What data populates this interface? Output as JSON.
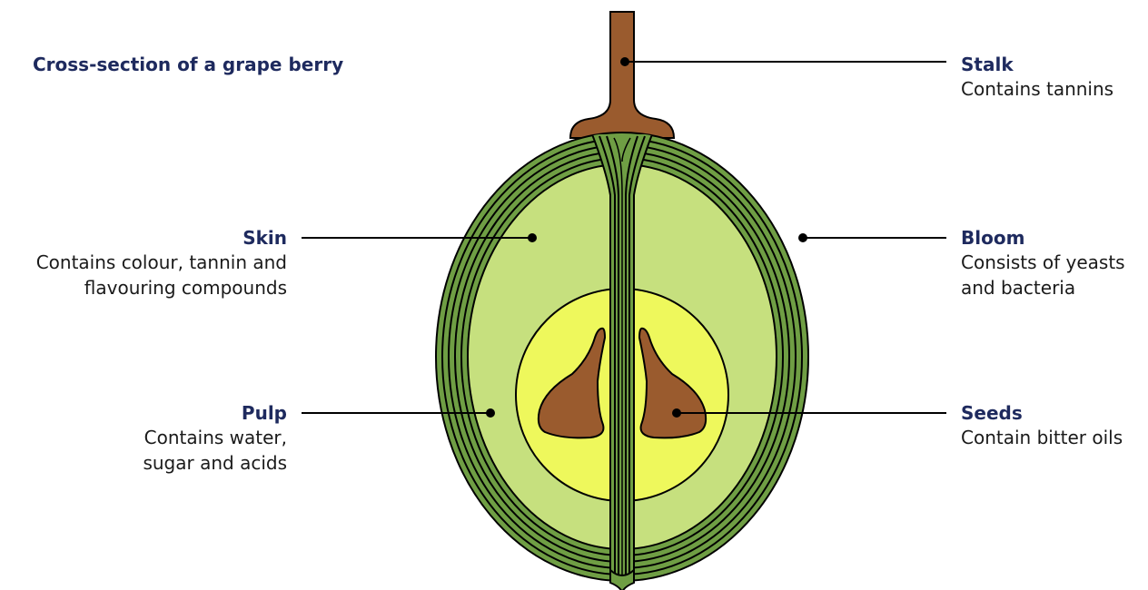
{
  "title": "Cross-section of a grape berry",
  "labels": {
    "stalk": {
      "name": "Stalk",
      "desc": [
        "Contains tannins"
      ]
    },
    "skin": {
      "name": "Skin",
      "desc": [
        "Contains colour, tannin and",
        "flavouring compounds"
      ]
    },
    "pulp": {
      "name": "Pulp",
      "desc": [
        "Contains water,",
        "sugar and acids"
      ]
    },
    "bloom": {
      "name": "Bloom",
      "desc": [
        "Consists of yeasts",
        "and bacteria"
      ]
    },
    "seeds": {
      "name": "Seeds",
      "desc": [
        "Contain bitter oils"
      ]
    }
  },
  "colors": {
    "stalk": "#9a5b2e",
    "skin": "#6f9e44",
    "pulp": "#c6e07e",
    "core": "#eef85c",
    "heading": "#1e2a5e",
    "outline": "#000000"
  }
}
